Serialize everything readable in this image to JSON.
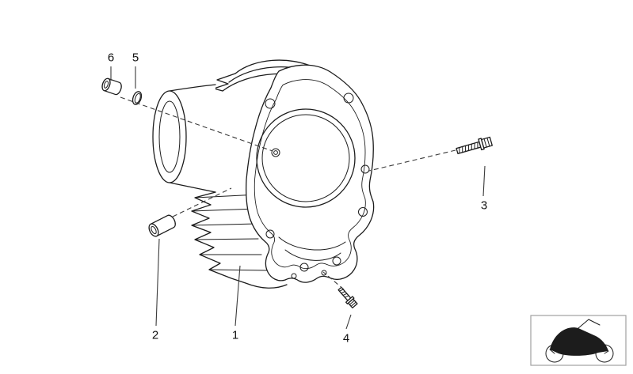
{
  "diagram": {
    "callouts": [
      {
        "id": 1,
        "label": "1"
      },
      {
        "id": 2,
        "label": "2"
      },
      {
        "id": 3,
        "label": "3"
      },
      {
        "id": 4,
        "label": "4"
      },
      {
        "id": 5,
        "label": "5"
      },
      {
        "id": 6,
        "label": "6"
      }
    ],
    "colors": {
      "line": "#1c1c1c",
      "leader": "#3a3a3a",
      "label": "#111111",
      "thumbnail_border": "#a0a0a0",
      "background": "#ffffff"
    }
  }
}
